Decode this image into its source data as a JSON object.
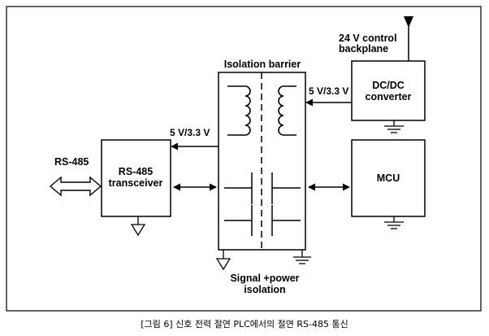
{
  "diagram": {
    "labels": {
      "backplane_line1": "24 V control",
      "backplane_line2": "backplane",
      "isolation_barrier": "Isolation barrier",
      "dcdc_line1": "DC/DC",
      "dcdc_line2": "converter",
      "voltage_right": "5 V/3.3 V",
      "voltage_left": "5 V/3.3 V",
      "rs485_bus": "RS-485",
      "transceiver_line1": "RS-485",
      "transceiver_line2": "transceiver",
      "mcu": "MCU",
      "signal_power_line1": "Signal +power",
      "signal_power_line2": "isolation"
    }
  },
  "caption": "[그림 6]  신호 전력 절연 PLC에서의 절연 RS-485 통신"
}
